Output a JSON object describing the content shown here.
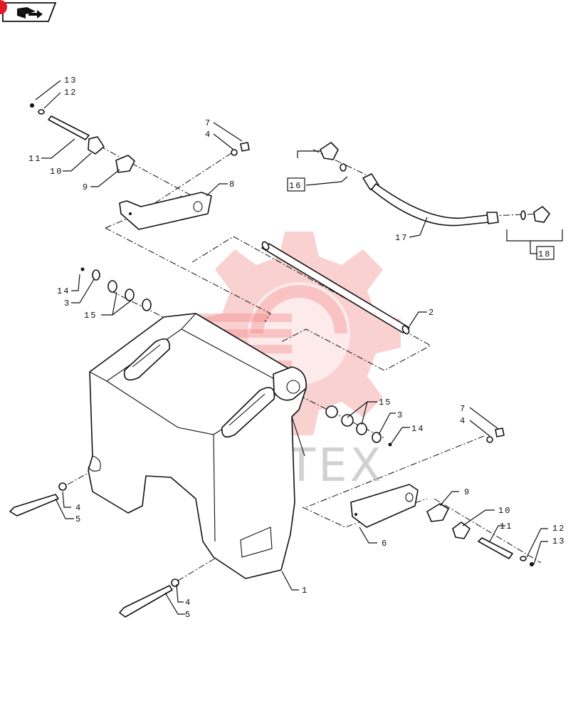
{
  "watermark": {
    "text": "ИНТЕХ",
    "color": "#f27a7a"
  },
  "header": {
    "nav_icon": "book-arrow-icon",
    "badge_color": "#e01b24"
  },
  "callouts": [
    {
      "id": "c13a",
      "text": "13"
    },
    {
      "id": "c12a",
      "text": "12"
    },
    {
      "id": "c11a",
      "text": "11"
    },
    {
      "id": "c10a",
      "text": "10"
    },
    {
      "id": "c9a",
      "text": "9"
    },
    {
      "id": "c7a",
      "text": "7"
    },
    {
      "id": "c4a",
      "text": "4"
    },
    {
      "id": "c8",
      "text": "8"
    },
    {
      "id": "c16",
      "text": "16"
    },
    {
      "id": "c17",
      "text": "17"
    },
    {
      "id": "c18",
      "text": "18"
    },
    {
      "id": "c14a",
      "text": "14"
    },
    {
      "id": "c3a",
      "text": "3"
    },
    {
      "id": "c15a",
      "text": "15"
    },
    {
      "id": "c2",
      "text": "2"
    },
    {
      "id": "c15b",
      "text": "15"
    },
    {
      "id": "c3b",
      "text": "3"
    },
    {
      "id": "c14b",
      "text": "14"
    },
    {
      "id": "c7b",
      "text": "7"
    },
    {
      "id": "c4b",
      "text": "4"
    },
    {
      "id": "c4c",
      "text": "4"
    },
    {
      "id": "c5a",
      "text": "5"
    },
    {
      "id": "c9b",
      "text": "9"
    },
    {
      "id": "c10b",
      "text": "10"
    },
    {
      "id": "c11b",
      "text": "11"
    },
    {
      "id": "c6",
      "text": "6"
    },
    {
      "id": "c12b",
      "text": "12"
    },
    {
      "id": "c13b",
      "text": "13"
    },
    {
      "id": "c1",
      "text": "1"
    },
    {
      "id": "c4d",
      "text": "4"
    },
    {
      "id": "c5b",
      "text": "5"
    }
  ]
}
